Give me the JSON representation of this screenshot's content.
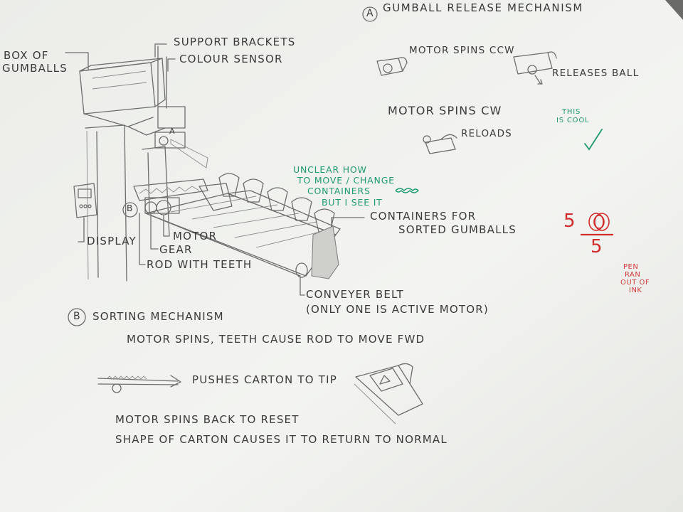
{
  "title": "GUMBALL RELEASE MECHANISM",
  "section_a": "A",
  "section_b": "B",
  "labels": {
    "box_line1": "BOX OF",
    "box_line2": "GUMBALLS",
    "support_brackets": "SUPPORT BRACKETS",
    "colour_sensor": "COLOUR SENSOR",
    "display": "DISPLAY",
    "motor": "MOTOR",
    "gear": "GEAR",
    "rod_with_teeth": "ROD WITH TEETH",
    "containers_line1": "CONTAINERS FOR",
    "containers_line2": "SORTED GUMBALLS",
    "conveyor_line1": "CONVEYER BELT",
    "conveyor_line2": "(ONLY ONE IS ACTIVE MOTOR)"
  },
  "release": {
    "ccw": "MOTOR SPINS CCW",
    "releases": "RELEASES BALL",
    "cw": "MOTOR SPINS CW",
    "reloads": "RELOADS"
  },
  "sorting": {
    "title": "SORTING MECHANISM",
    "step1": "MOTOR SPINS, TEETH CAUSE ROD TO MOVE FWD",
    "pushes": "PUSHES CARTON TO TIP",
    "step2": "MOTOR SPINS BACK TO RESET",
    "step3": "SHAPE OF CARTON CAUSES IT TO RETURN TO NORMAL"
  },
  "comments": {
    "unclear_1": "UNCLEAR HOW",
    "unclear_2": "TO MOVE / CHANGE",
    "unclear_3": "CONTAINERS",
    "unclear_4": "BUT I SEE IT",
    "cool_1": "THIS",
    "cool_2": "IS COOL",
    "grade_numerator": "5",
    "grade_denominator": "5",
    "pen_1": "PEN",
    "pen_2": "RAN",
    "pen_3": "OUT OF",
    "pen_4": "INK"
  },
  "colors": {
    "paper": "#f2f3f0",
    "pencil": "#3b3b3b",
    "green_ink": "#1f9a72",
    "red_ink": "#d23a3a"
  }
}
